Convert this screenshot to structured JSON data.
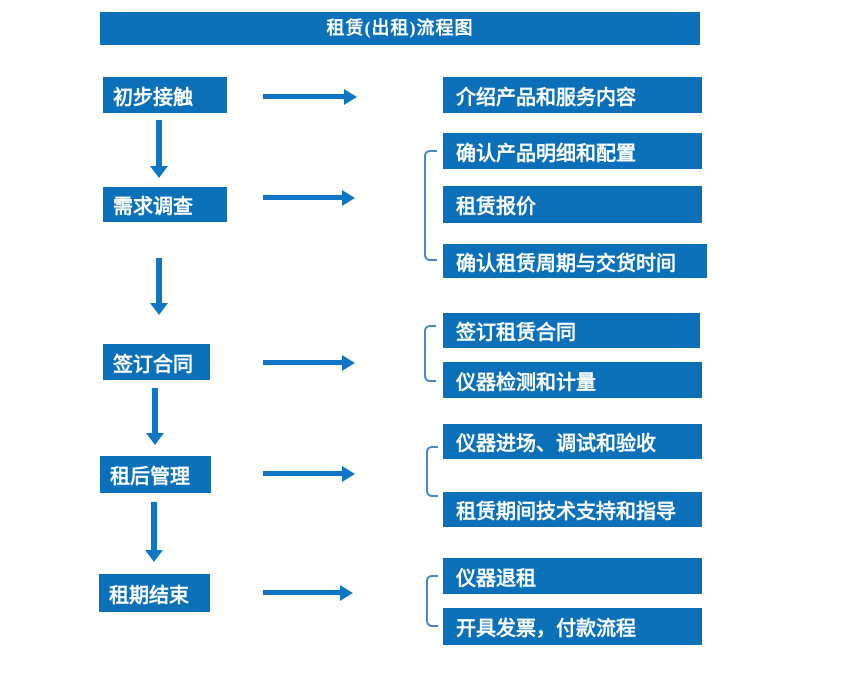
{
  "title": "租赁(出租)流程图",
  "colors": {
    "box_blue": "#0a70ba",
    "arrow_blue": "#0f75c5",
    "bracket_blue": "#4a87c8",
    "box_text": "#ffffff",
    "background": "#ffffff"
  },
  "steps": [
    {
      "label": "初步接触",
      "details": [
        "介绍产品和服务内容"
      ]
    },
    {
      "label": "需求调查",
      "details": [
        "确认产品明细和配置",
        "租赁报价",
        "确认租赁周期与交货时间"
      ]
    },
    {
      "label": "签订合同",
      "details": [
        "签订租赁合同",
        "仪器检测和计量"
      ]
    },
    {
      "label": "租后管理",
      "details": [
        "仪器进场、调试和验收",
        "租赁期间技术支持和指导"
      ]
    },
    {
      "label": "租期结束",
      "details": [
        "仪器退租",
        "开具发票，付款流程"
      ]
    }
  ]
}
